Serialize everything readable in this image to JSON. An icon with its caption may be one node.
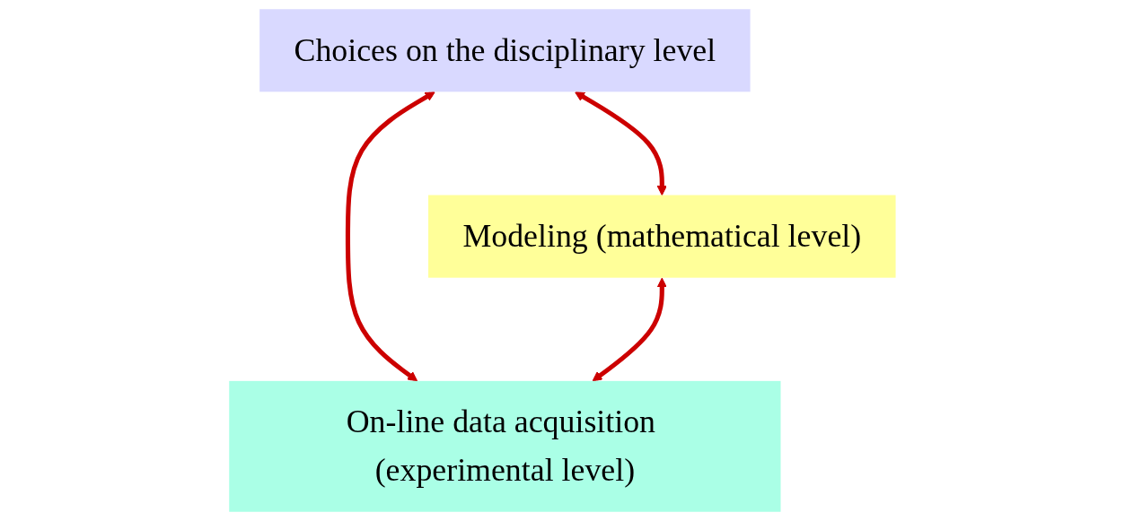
{
  "diagram": {
    "nodes": [
      {
        "text": [
          "Choices on the disciplinary level"
        ]
      },
      {
        "text": [
          "Modeling (mathematical level)"
        ]
      },
      {
        "text": [
          "On-line data acquisition (experimental level)"
        ]
      }
    ],
    "edges": [
      {
        "from": 0,
        "to": 1,
        "arrow": "both"
      },
      {
        "from": 0,
        "to": 2,
        "arrow": "both"
      },
      {
        "from": 1,
        "to": 2,
        "arrow": "both"
      }
    ]
  }
}
